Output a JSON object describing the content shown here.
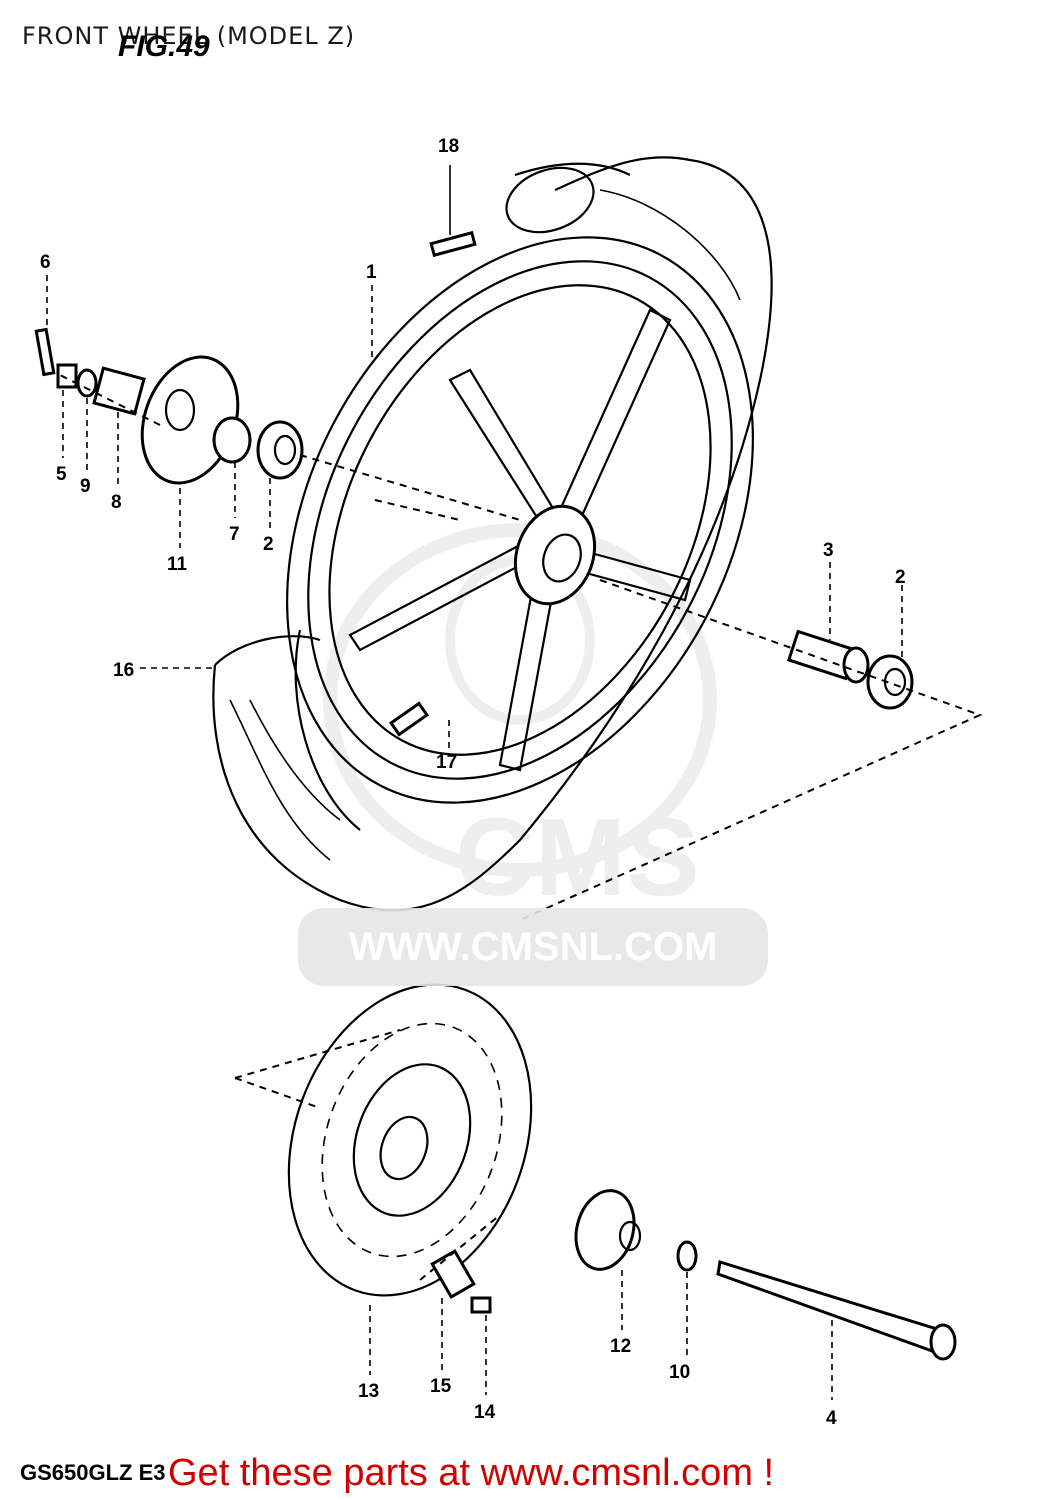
{
  "header": {
    "title": "FRONT WHEEL (MODEL Z)",
    "figure_label": "FIG.49"
  },
  "watermark": {
    "brand": "CMS",
    "url": "WWW.CMSNL.COM"
  },
  "footer": {
    "model_code": "GS650GLZ E3",
    "cta": "Get these parts at www.cmsnl.com !"
  },
  "callouts": {
    "c1": "1",
    "c2a": "2",
    "c2b": "2",
    "c3": "3",
    "c4": "4",
    "c5": "5",
    "c6": "6",
    "c7": "7",
    "c8": "8",
    "c9": "9",
    "c10": "10",
    "c11": "11",
    "c12": "12",
    "c13": "13",
    "c14": "14",
    "c15": "15",
    "c16": "16",
    "c17": "17",
    "c18": "18"
  },
  "colors": {
    "cta": "#d10000",
    "watermark": "#e6e6e6",
    "ink": "#000000"
  }
}
